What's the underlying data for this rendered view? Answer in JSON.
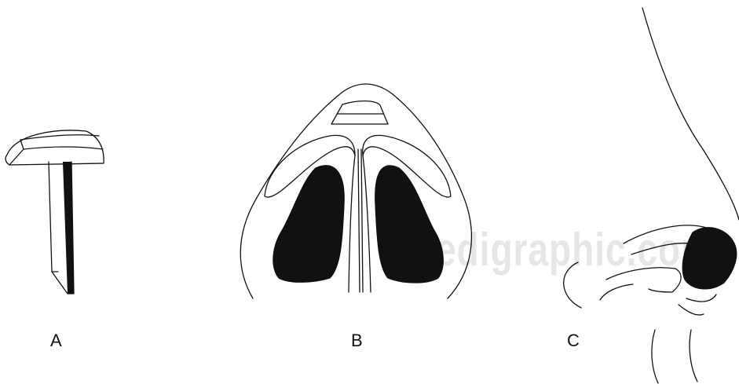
{
  "labels": {
    "a": "A",
    "b": "B",
    "c": "C"
  },
  "watermark": {
    "text": "edigraphic.com"
  },
  "colors": {
    "ink": "#111111",
    "fill": "#111111",
    "background": "#ffffff",
    "watermark": "#e6e6e6"
  }
}
